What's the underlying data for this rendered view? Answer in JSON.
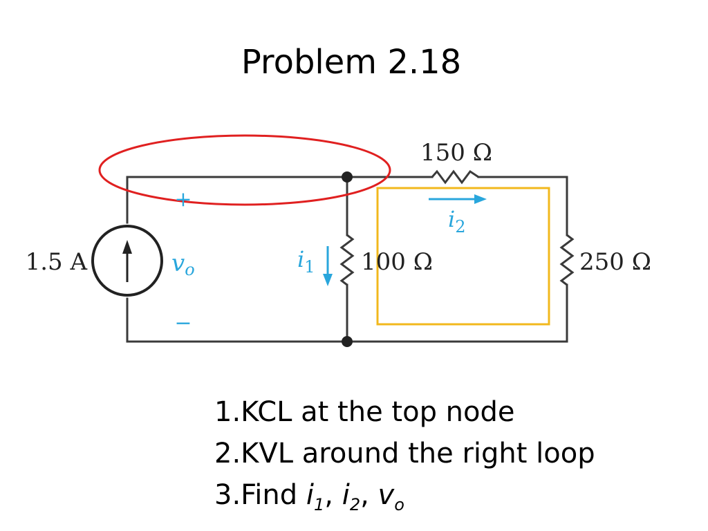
{
  "title": "Problem 2.18",
  "circuit": {
    "source_label": "1.5 A",
    "vo_label": "v",
    "vo_sub": "o",
    "plus_sign": "+",
    "minus_sign": "−",
    "r150_label": "150 Ω",
    "r100_label": "100 Ω",
    "r250_label": "250 Ω",
    "i1_label": "i",
    "i1_sub": "1",
    "i2_label": "i",
    "i2_sub": "2",
    "colors": {
      "wire": "#3a3a3a",
      "current_blue": "#29a6dc",
      "node_highlight": "#e02020",
      "loop_highlight": "#f2b81c"
    }
  },
  "steps": {
    "step1": "1.KCL at the top node",
    "step2": "2.KVL around the right loop",
    "step3_prefix": "3.Find ",
    "i_var": "i",
    "sub_1": "1",
    "sep1": ", ",
    "sub_2": "2",
    "sep2": ", ",
    "v_var": "v",
    "sub_o": "o"
  }
}
